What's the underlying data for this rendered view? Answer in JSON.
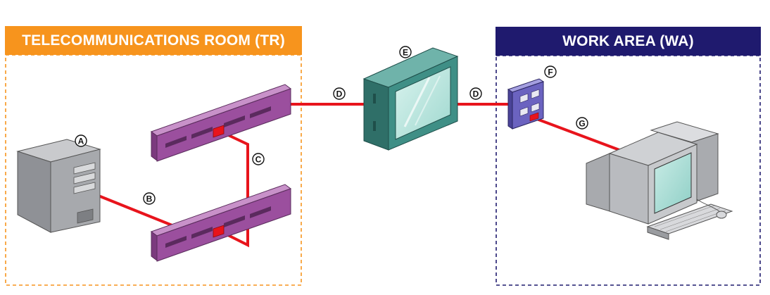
{
  "zones": {
    "telecom_room": {
      "title": "TELECOMMUNICATIONS ROOM (TR)",
      "color": "#f7941d"
    },
    "work_area": {
      "title": "WORK AREA (WA)",
      "color": "#1f1a6e"
    }
  },
  "callouts": {
    "A": "A",
    "B": "B",
    "C": "C",
    "D1": "D",
    "D2": "D",
    "E": "E",
    "F": "F",
    "G": "G"
  },
  "colors": {
    "cable": "#e8141c",
    "patch_panel": "#9b4f9e",
    "server": "#8f9196",
    "enclosure": "#3f8f86",
    "outlet": "#6b63c0",
    "workstation": "#b9bbbf"
  }
}
